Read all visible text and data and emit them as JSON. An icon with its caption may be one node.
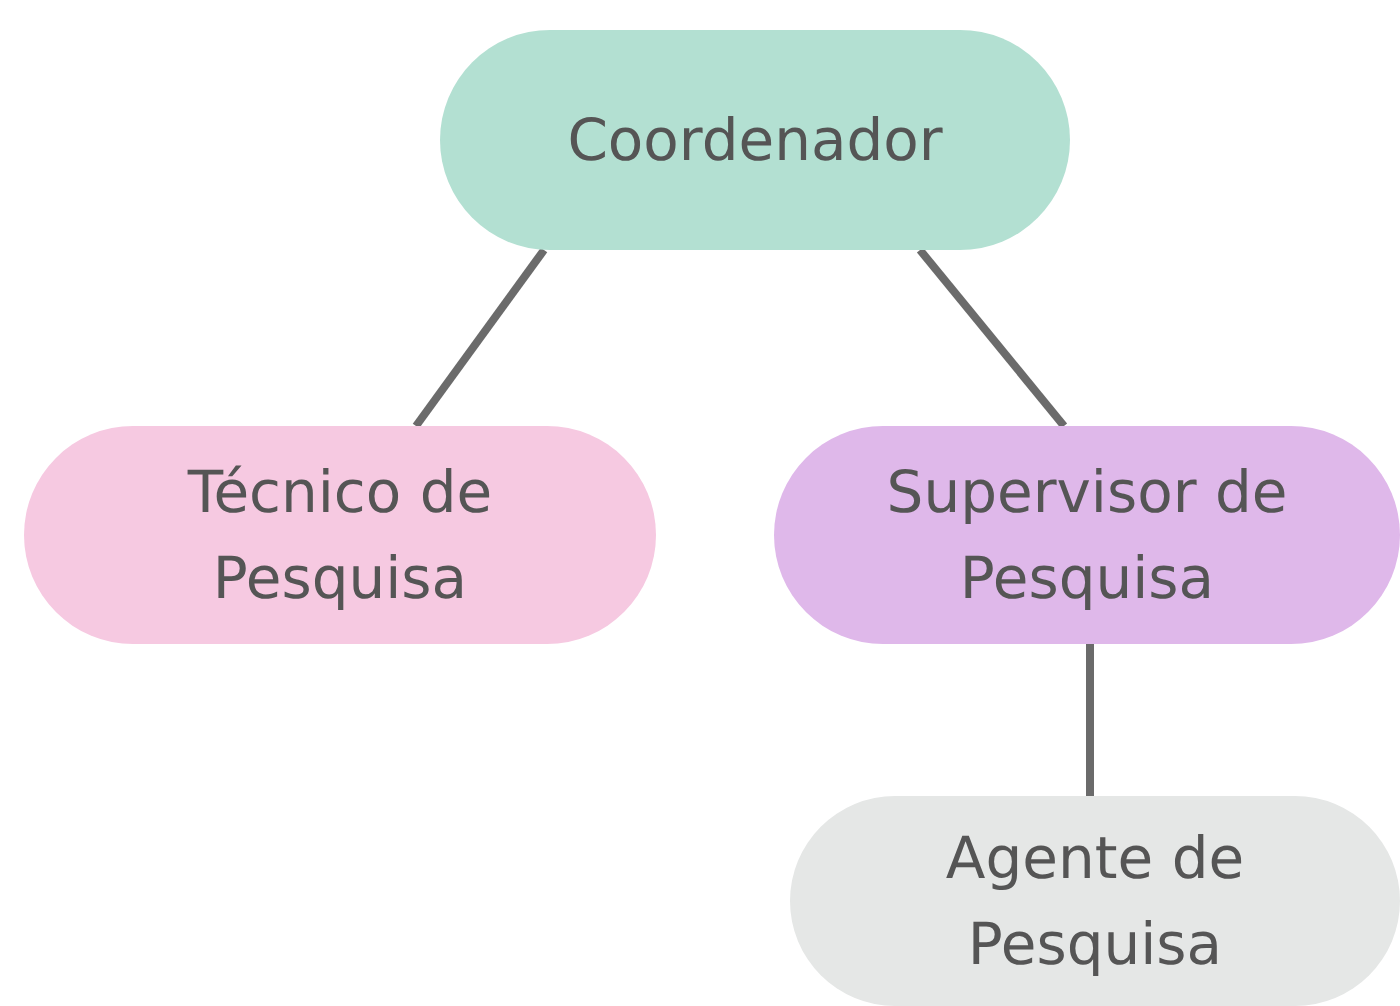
{
  "diagram": {
    "nodes": [
      {
        "text": [
          "Coordenador"
        ]
      },
      {
        "text": [
          "Técnico de Pesquisa"
        ]
      },
      {
        "text": [
          "Supervisor de Pesquisa"
        ]
      },
      {
        "text": [
          "Agente de Pesquisa"
        ]
      }
    ],
    "edges": [
      {
        "from": 0,
        "to": 1,
        "arrow": "none"
      },
      {
        "from": 0,
        "to": 2,
        "arrow": "none"
      },
      {
        "from": 2,
        "to": 3,
        "arrow": "none"
      }
    ]
  }
}
